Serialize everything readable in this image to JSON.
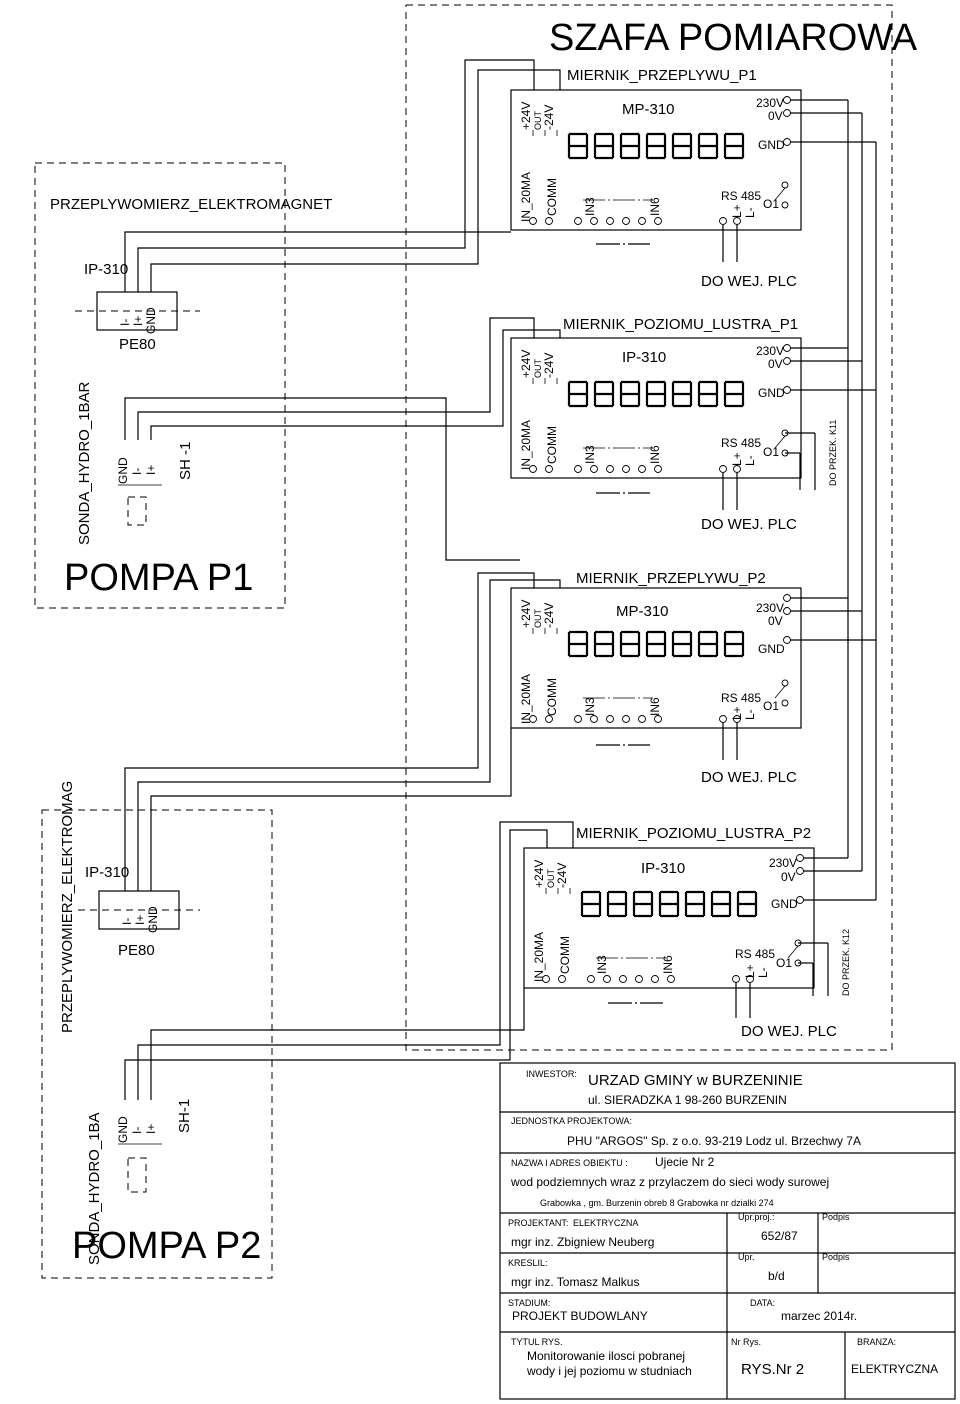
{
  "cabinet_title": "SZAFA POMIAROWA",
  "meters": [
    {
      "name": "MIERNIK_PRZEPLYWU_P1",
      "model": "MP-310",
      "top_terminals": [
        "+24V",
        "OUT",
        "-24V"
      ],
      "left_terminals": [
        "IN_20MA",
        "COMM",
        "IN3",
        "IN6"
      ],
      "power_terminals": [
        "230V",
        "0V",
        "GND"
      ],
      "rs_label": "RS 485",
      "rs_terminals": [
        "L+",
        "L-"
      ],
      "relay": "O1",
      "plc_label": "DO WEJ. PLC"
    },
    {
      "name": "MIERNIK_POZIOMU_LUSTRA_P1",
      "model": "IP-310",
      "top_terminals": [
        "+24V",
        "OUT",
        "-24V"
      ],
      "left_terminals": [
        "IN_20MA",
        "COMM",
        "IN3",
        "IN6"
      ],
      "power_terminals": [
        "230V",
        "0V",
        "GND"
      ],
      "rs_label": "RS 485",
      "rs_terminals": [
        "L+",
        "L-"
      ],
      "relay": "O1",
      "plc_label": "DO WEJ. PLC",
      "side_label": "DO PRZEK. K11"
    },
    {
      "name": "MIERNIK_PRZEPLYWU_P2",
      "model": "MP-310",
      "top_terminals": [
        "+24V",
        "OUT",
        "-24V"
      ],
      "left_terminals": [
        "IN_20MA",
        "COMM",
        "IN3",
        "IN6"
      ],
      "power_terminals": [
        "230V",
        "0V",
        "GND"
      ],
      "rs_label": "RS 485",
      "rs_terminals": [
        "L+",
        "L-"
      ],
      "relay": "O1",
      "plc_label": "DO WEJ. PLC"
    },
    {
      "name": "MIERNIK_POZIOMU_LUSTRA_P2",
      "model": "IP-310",
      "top_terminals": [
        "+24V",
        "OUT",
        "-24V"
      ],
      "left_terminals": [
        "IN_20MA",
        "COMM",
        "IN3",
        "IN6"
      ],
      "power_terminals": [
        "230V",
        "0V",
        "GND"
      ],
      "rs_label": "RS 485",
      "rs_terminals": [
        "L+",
        "L-"
      ],
      "relay": "O1",
      "plc_label": "DO WEJ. PLC",
      "side_label": "DO PRZEK. K12"
    }
  ],
  "pump_p1": {
    "flowmeter_label": "PRZEPLYWOMIERZ_ELEKTROMAGNET",
    "flow_model": "IP-310",
    "flow_terminals": [
      "I-",
      "I+",
      "GND"
    ],
    "pipe_label": "PE80",
    "probe_label": "SONDA_HYDRO_1BAR",
    "probe_terminals": [
      "GND",
      "I-",
      "I+"
    ],
    "sh_label": "SH -1",
    "title": "POMPA P1"
  },
  "pump_p2": {
    "flowmeter_label": "PRZEPLYWOMIERZ_ELEKTROMAG",
    "flow_model": "IP-310",
    "flow_terminals": [
      "I-",
      "I+",
      "GND"
    ],
    "pipe_label": "PE80",
    "probe_label": "SONDA_HYDRO_1BA",
    "probe_terminals": [
      "GND",
      "I-",
      "I+"
    ],
    "sh_label": "SH-1",
    "title": "POMPA P2"
  },
  "title_block": {
    "investor_label": "INWESTOR:",
    "investor_line1": "URZAD GMINY w BURZENINIE",
    "investor_line2": "ul. SIERADZKA 1 98-260 BURZENIN",
    "unit_label": "JEDNOSTKA PROJEKTOWA:",
    "unit_value": "PHU \"ARGOS\" Sp. z o.o. 93-219 Lodz ul. Brzechwy 7A",
    "object_label": "NAZWA I ADRES OBIEKTU :",
    "object_line1": "Ujecie Nr 2",
    "object_line2": "wod podziemnych wraz z przylaczem do sieci wody surowej",
    "object_line3": "Grabowka , gm. Burzenin obreb 8 Grabowka nr dzialki 274",
    "designer_label": "PROJEKTANT:",
    "designer_branch": "ELEKTRYCZNA",
    "designer_name": "mgr inz. Zbigniew Neuberg",
    "uprproj_label": "Upr.proj.:",
    "uprproj_value": "652/87",
    "sign_label_1": "Podpis",
    "drawer_label": "KRESLIL:",
    "drawer_name": "mgr inz. Tomasz Malkus",
    "upr_label": "Upr.",
    "upr_value": "b/d",
    "sign_label_2": "Podpis",
    "stage_label": "STADIUM:",
    "stage_value": "PROJEKT BUDOWLANY",
    "date_label": "DATA:",
    "date_value": "marzec 2014r.",
    "drawing_title_label": "TYTUL RYS.",
    "drawing_title_line1": "Monitorowanie ilosci pobranej",
    "drawing_title_line2": "wody i jej poziomu w studniach",
    "drawing_no_label": "Nr Rys.",
    "drawing_no_value": "RYS.Nr 2",
    "branch_label": "BRANZA:",
    "branch_value": "ELEKTRYCZNA"
  }
}
